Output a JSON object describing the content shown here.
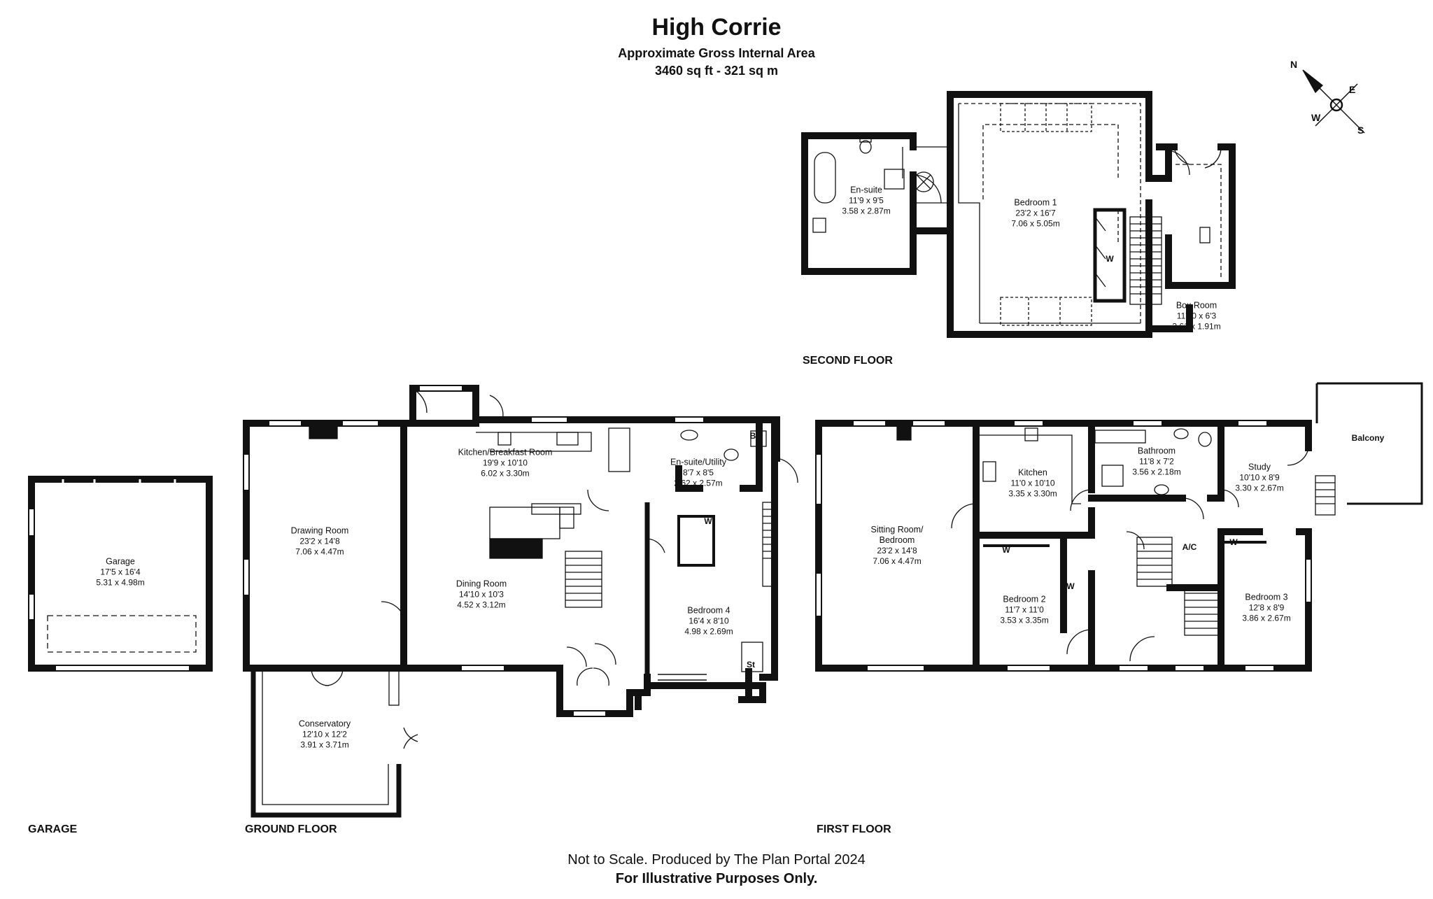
{
  "header": {
    "title": "High Corrie",
    "area_label": "Approximate Gross Internal Area",
    "area_value": "3460 sq ft - 321 sq m"
  },
  "floors": {
    "second": "SECOND FLOOR",
    "ground": "GROUND FLOOR",
    "first": "FIRST FLOOR",
    "garage": "GARAGE"
  },
  "compass": {
    "n": "N",
    "e": "E",
    "w": "W",
    "s": "S"
  },
  "rooms": {
    "ensuite2": {
      "name": "En-suite",
      "imperial": "11'9 x 9'5",
      "metric": "3.58 x 2.87m"
    },
    "bedroom1": {
      "name": "Bedroom 1",
      "imperial": "23'2 x 16'7",
      "metric": "7.06 x 5.05m"
    },
    "boxroom": {
      "name": "Box Room",
      "imperial": "11'10 x 6'3",
      "metric": "3.61 x 1.91m"
    },
    "garage": {
      "name": "Garage",
      "imperial": "17'5 x 16'4",
      "metric": "5.31 x 4.98m"
    },
    "drawing": {
      "name": "Drawing Room",
      "imperial": "23'2 x 14'8",
      "metric": "7.06 x 4.47m"
    },
    "kitchenbreakfast": {
      "name": "Kitchen/Breakfast Room",
      "imperial": "19'9 x 10'10",
      "metric": "6.02 x 3.30m"
    },
    "dining": {
      "name": "Dining Room",
      "imperial": "14'10 x 10'3",
      "metric": "4.52 x 3.12m"
    },
    "ensuiteutility": {
      "name": "En-suite/Utility",
      "imperial": "8'7 x 8'5",
      "metric": "2.62 x 2.57m"
    },
    "bedroom4": {
      "name": "Bedroom 4",
      "imperial": "16'4 x 8'10",
      "metric": "4.98 x 2.69m"
    },
    "conservatory": {
      "name": "Conservatory",
      "imperial": "12'10 x 12'2",
      "metric": "3.91 x 3.71m"
    },
    "sitting": {
      "name": "Sitting Room/",
      "name2": "Bedroom",
      "imperial": "23'2 x 14'8",
      "metric": "7.06 x 4.47m"
    },
    "kitchen": {
      "name": "Kitchen",
      "imperial": "11'0 x 10'10",
      "metric": "3.35 x 3.30m"
    },
    "bathroom": {
      "name": "Bathroom",
      "imperial": "11'8 x 7'2",
      "metric": "3.56 x 2.18m"
    },
    "study": {
      "name": "Study",
      "imperial": "10'10 x 8'9",
      "metric": "3.30 x 2.67m"
    },
    "bedroom2": {
      "name": "Bedroom 2",
      "imperial": "11'7 x 11'0",
      "metric": "3.53 x 3.35m"
    },
    "bedroom3": {
      "name": "Bedroom 3",
      "imperial": "12'8 x 8'9",
      "metric": "3.86 x 2.67m"
    }
  },
  "labels": {
    "balcony": "Balcony",
    "w": "W",
    "b": "B",
    "st": "St",
    "ac": "A/C"
  },
  "footer": {
    "line1": "Not to Scale. Produced by The Plan Portal 2024",
    "line2": "For Illustrative Purposes Only."
  }
}
